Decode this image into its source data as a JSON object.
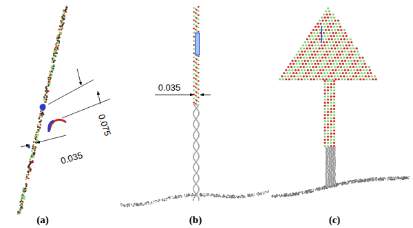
{
  "diagram": {
    "labels": [
      "0.075",
      "0.035",
      "0.035",
      "(a)",
      "(b)",
      "(c)"
    ]
  }
}
